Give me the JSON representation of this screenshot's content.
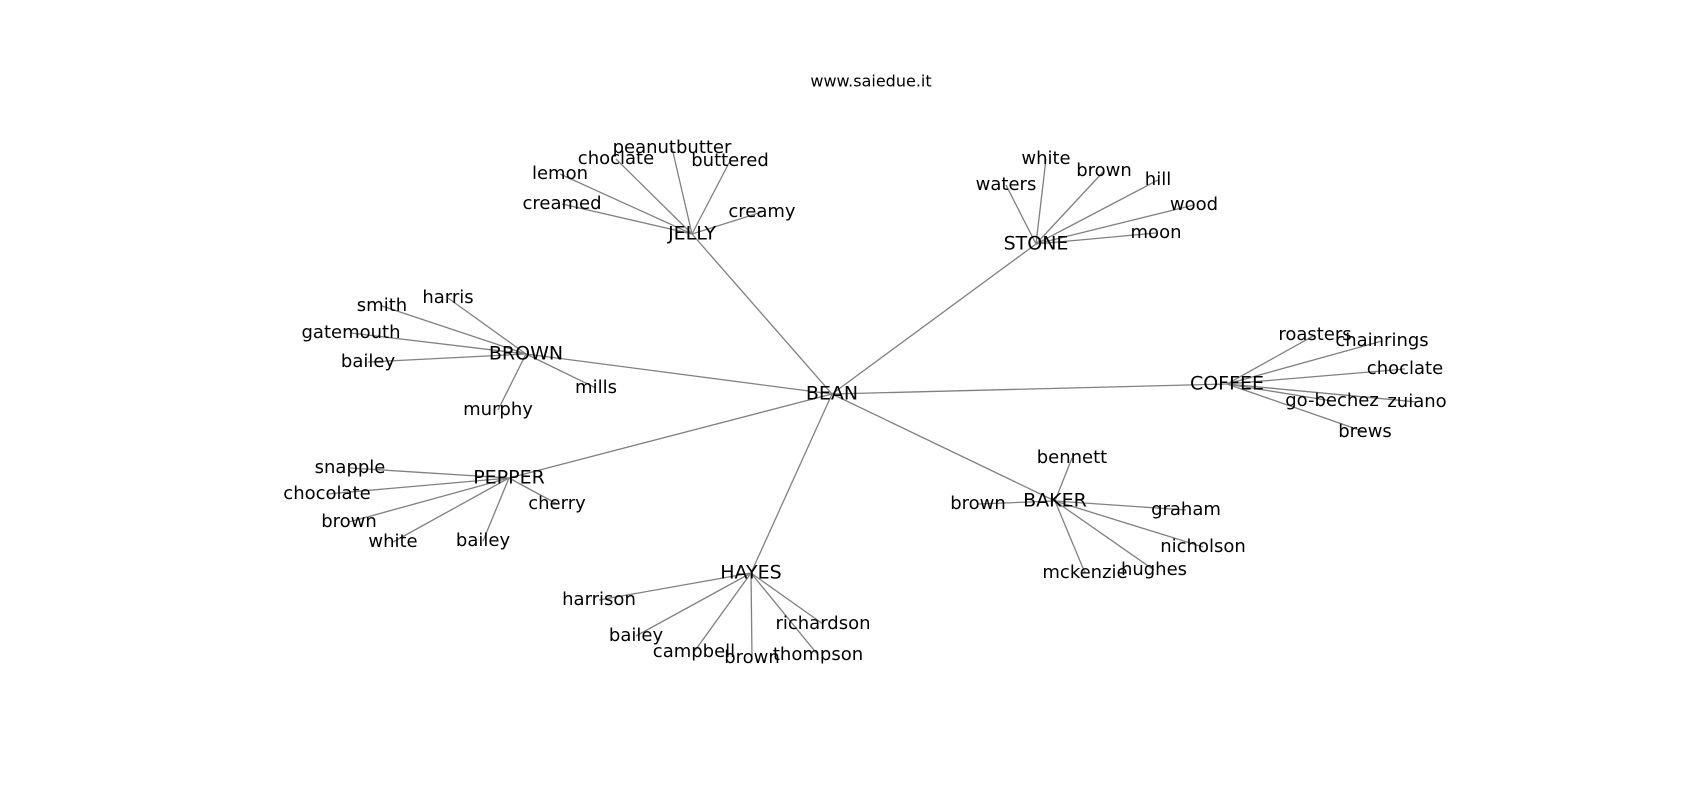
{
  "source": "www.saiedue.it",
  "graph": {
    "center": "BEAN",
    "groups": [
      {
        "key": "jelly",
        "hub": "JELLY",
        "leaves": [
          "creamed",
          "lemon",
          "choclate",
          "peanutbutter",
          "buttered",
          "creamy"
        ]
      },
      {
        "key": "stone",
        "hub": "STONE",
        "leaves": [
          "waters",
          "white",
          "brown",
          "hill",
          "wood",
          "moon"
        ]
      },
      {
        "key": "brown",
        "hub": "BROWN",
        "leaves": [
          "smith",
          "harris",
          "gatemouth",
          "bailey",
          "murphy",
          "mills"
        ]
      },
      {
        "key": "coffee",
        "hub": "COFFEE",
        "leaves": [
          "roasters",
          "chainrings",
          "choclate",
          "go-bechez",
          "zuiano",
          "brews"
        ]
      },
      {
        "key": "pepper",
        "hub": "PEPPER",
        "leaves": [
          "snapple",
          "chocolate",
          "brown",
          "white",
          "bailey",
          "cherry"
        ]
      },
      {
        "key": "baker",
        "hub": "BAKER",
        "leaves": [
          "bennett",
          "brown",
          "graham",
          "nicholson",
          "hughes",
          "mckenzie"
        ]
      },
      {
        "key": "hayes",
        "hub": "HAYES",
        "leaves": [
          "harrison",
          "bailey",
          "campbell",
          "brown",
          "thompson",
          "richardson"
        ]
      }
    ]
  }
}
